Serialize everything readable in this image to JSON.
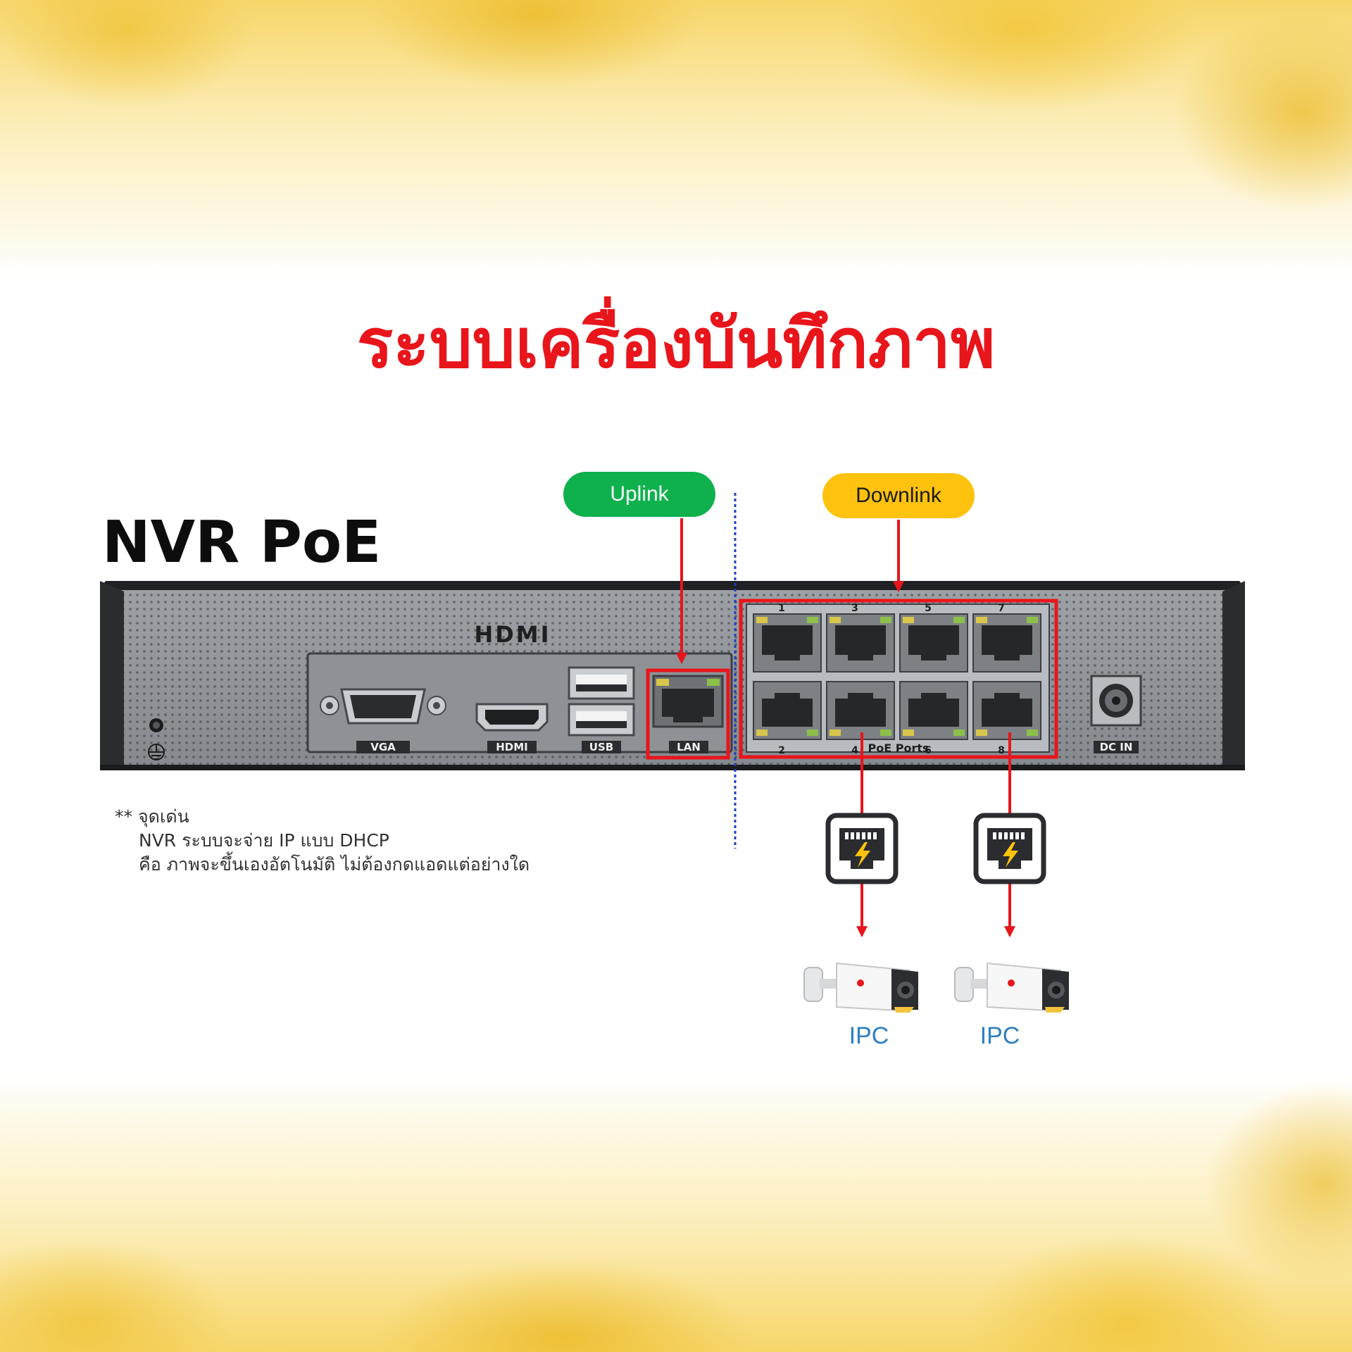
{
  "title": "ระบบเครื่องบันทึกภาพ",
  "device_label": "NVR PoE",
  "pills": {
    "uplink": "Uplink",
    "downlink": "Downlink"
  },
  "panel": {
    "brand": "HDMI",
    "ports": {
      "vga": "VGA",
      "hdmi": "HDMI",
      "usb": "USB",
      "lan": "LAN",
      "poe": "PoE Ports",
      "dc": "DC IN"
    },
    "poe_numbers": [
      "1",
      "3",
      "5",
      "7",
      "2",
      "4",
      "6",
      "8"
    ]
  },
  "note": {
    "line1": "** จุดเด่น",
    "line2": "NVR ระบบจะจ่าย IP แบบ DHCP",
    "line3": "คือ ภาพจะขึ้นเองอัตโนมัติ  ไม่ต้องกดแอดแต่อย่างใด"
  },
  "cameras": [
    "IPC",
    "IPC"
  ],
  "colors": {
    "title": "#e8151b",
    "arrow": "#e8151b",
    "uplink": "#0fb14d",
    "downlink": "#ffc20e",
    "ipc_text": "#2d7fc1",
    "divider": "#1a3fbf",
    "gold": "#f2c43c"
  },
  "icons": [
    "ground-icon",
    "poe-injector-icon",
    "bullet-camera-icon"
  ]
}
